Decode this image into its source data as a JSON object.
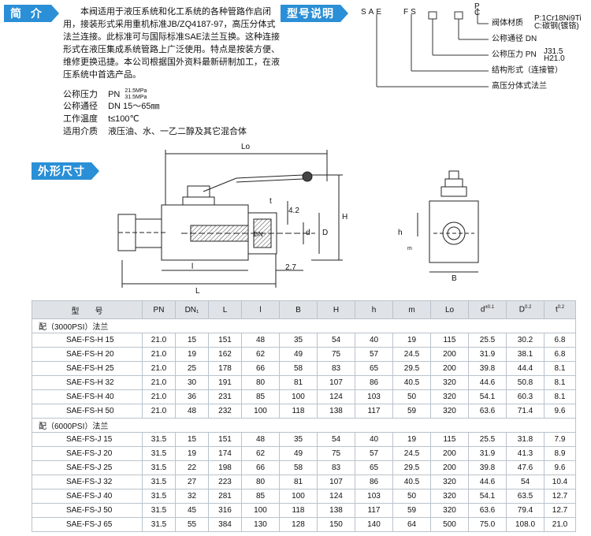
{
  "intro": {
    "label": "简 介",
    "text": "本阀适用于液压系统和化工系统的各种管路作启闭用，接装形式采用重机标准JB/ZQ4187-97，高压分体式法兰连接。此标准可与国际标准SAE法兰互换。这种连接形式在液压集成系统管路上广泛使用。特点是按装方便、维修更换迅捷。本公司根据国外资料最新研制加工，在液压系统中首选产品。"
  },
  "specs": {
    "pressure_label": "公称压力",
    "pressure_prefix": "PN",
    "pressure_values": [
      "21.5MPa",
      "31.5MPa"
    ],
    "diameter_label": "公称通径",
    "diameter_value": "DN 15～65㎜",
    "temp_label": "工作温度",
    "temp_value": "t≤100℃",
    "medium_label": "适用介质",
    "medium_value": "液压油、水、一乙二醇及其它混合体"
  },
  "model": {
    "label": "型号说明",
    "code_sae": "SAE",
    "code_fs": "FS",
    "code_pc": [
      "P",
      "C"
    ],
    "body_material": "阀体材质",
    "material_p": "P:1Cr18Ni9Ti",
    "material_c": "C:碳钢(镀铬)",
    "nominal_dia": "公称通径 DN",
    "nominal_pressure": "公称压力 PN",
    "pressure_codes": [
      "J31.5",
      "H21.0"
    ],
    "structure": "结构形式（连接管）",
    "flange": "高压分体式法兰"
  },
  "drawing": {
    "label": "外形尺寸",
    "dims": {
      "Lo": "Lo",
      "L": "L",
      "l": "l",
      "H": "H",
      "D": "D",
      "d": "d",
      "DN": "DN",
      "h": "h",
      "m": "m",
      "B": "B",
      "t": "t",
      "v42": "4.2",
      "v27": "2.7"
    }
  },
  "table": {
    "headers": [
      "型　　号",
      "PN",
      "DN₁",
      "L",
      "l",
      "B",
      "H",
      "h",
      "m",
      "Lo",
      "d",
      "D",
      "t"
    ],
    "header_tols": {
      "d": "±0.1",
      "D": "0.2",
      "t": "0.2"
    },
    "groups": [
      {
        "title": "配（3000PSI）法兰",
        "rows": [
          [
            "SAE-FS-H 15",
            "21.0",
            "15",
            "151",
            "48",
            "35",
            "54",
            "40",
            "19",
            "115",
            "25.5",
            "30.2",
            "6.8"
          ],
          [
            "SAE-FS-H 20",
            "21.0",
            "19",
            "162",
            "62",
            "49",
            "75",
            "57",
            "24.5",
            "200",
            "31.9",
            "38.1",
            "6.8"
          ],
          [
            "SAE-FS-H 25",
            "21.0",
            "25",
            "178",
            "66",
            "58",
            "83",
            "65",
            "29.5",
            "200",
            "39.8",
            "44.4",
            "8.1"
          ],
          [
            "SAE-FS-H 32",
            "21.0",
            "30",
            "191",
            "80",
            "81",
            "107",
            "86",
            "40.5",
            "320",
            "44.6",
            "50.8",
            "8.1"
          ],
          [
            "SAE-FS-H 40",
            "21.0",
            "36",
            "231",
            "85",
            "100",
            "124",
            "103",
            "50",
            "320",
            "54.1",
            "60.3",
            "8.1"
          ],
          [
            "SAE-FS-H 50",
            "21.0",
            "48",
            "232",
            "100",
            "118",
            "138",
            "117",
            "59",
            "320",
            "63.6",
            "71.4",
            "9.6"
          ]
        ]
      },
      {
        "title": "配（6000PSI）法兰",
        "rows": [
          [
            "SAE-FS-J 15",
            "31.5",
            "15",
            "151",
            "48",
            "35",
            "54",
            "40",
            "19",
            "115",
            "25.5",
            "31.8",
            "7.9"
          ],
          [
            "SAE-FS-J 20",
            "31.5",
            "19",
            "174",
            "62",
            "49",
            "75",
            "57",
            "24.5",
            "200",
            "31.9",
            "41.3",
            "8.9"
          ],
          [
            "SAE-FS-J 25",
            "31.5",
            "22",
            "198",
            "66",
            "58",
            "83",
            "65",
            "29.5",
            "200",
            "39.8",
            "47.6",
            "9.6"
          ],
          [
            "SAE-FS-J 32",
            "31.5",
            "27",
            "223",
            "80",
            "81",
            "107",
            "86",
            "40.5",
            "320",
            "44.6",
            "54",
            "10.4"
          ],
          [
            "SAE-FS-J 40",
            "31.5",
            "32",
            "281",
            "85",
            "100",
            "124",
            "103",
            "50",
            "320",
            "54.1",
            "63.5",
            "12.7"
          ],
          [
            "SAE-FS-J 50",
            "31.5",
            "45",
            "316",
            "100",
            "118",
            "138",
            "117",
            "59",
            "320",
            "63.6",
            "79.4",
            "12.7"
          ],
          [
            "SAE-FS-J 65",
            "31.5",
            "55",
            "384",
            "130",
            "128",
            "150",
            "140",
            "64",
            "500",
            "75.0",
            "108.0",
            "21.0"
          ]
        ]
      }
    ]
  }
}
